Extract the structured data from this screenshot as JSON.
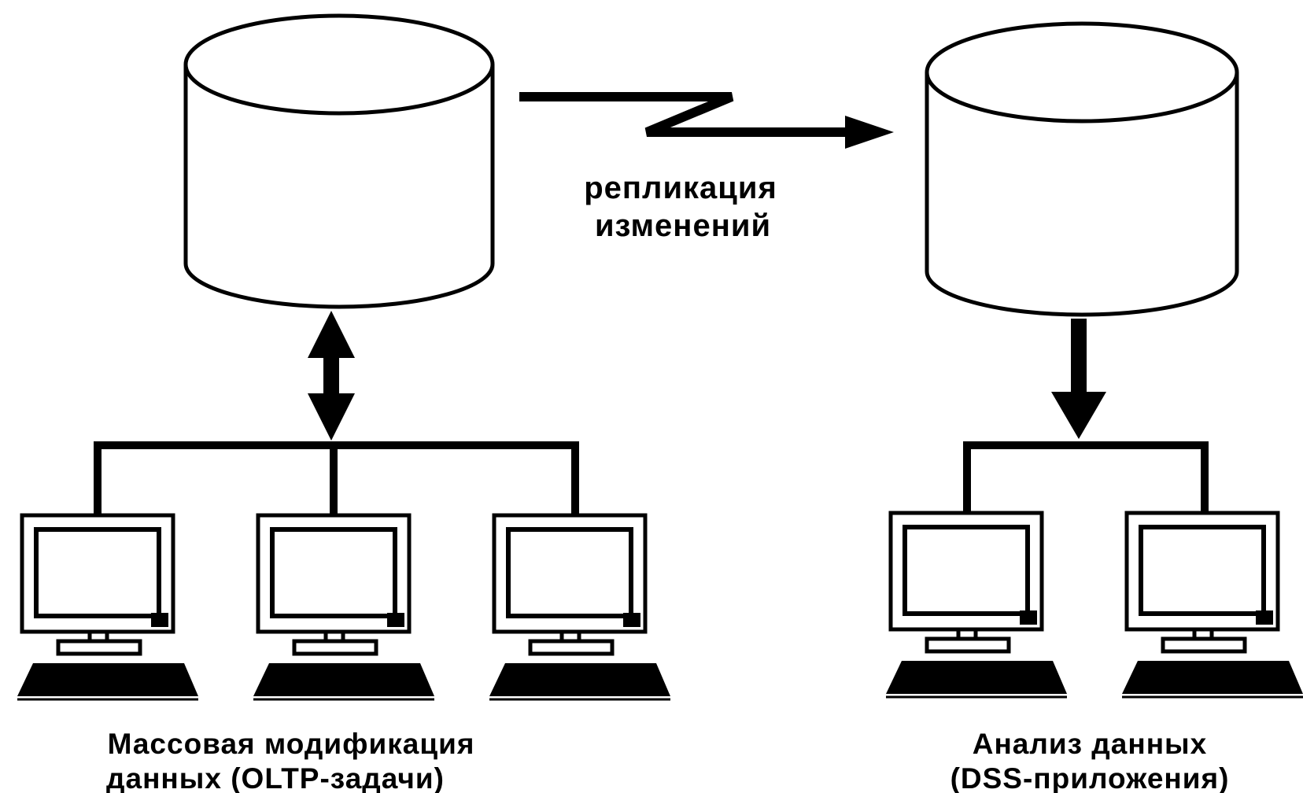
{
  "replication": {
    "line1": "репликация",
    "line2": "изменений"
  },
  "oltp": {
    "line1": "Массовая модификация",
    "line2": "данных (OLTP-задачи)"
  },
  "dss": {
    "line1": "Анализ данных",
    "line2": "(DSS-приложения)"
  },
  "colors": {
    "ink": "#000000",
    "background": "#ffffff"
  }
}
